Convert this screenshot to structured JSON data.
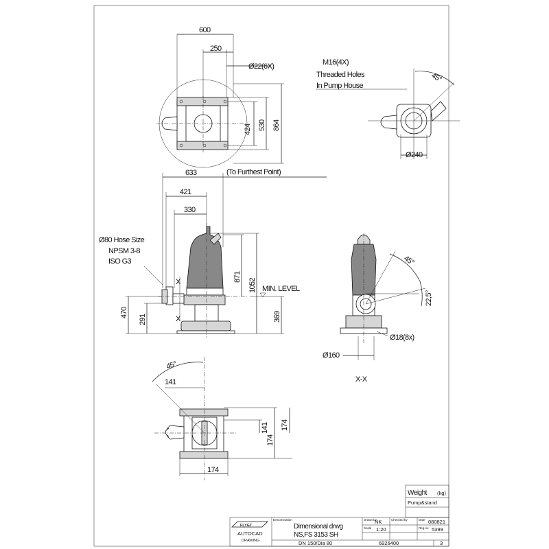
{
  "top_view": {
    "dims": {
      "w600": "600",
      "w250": "250",
      "hole": "Ø22(6X)",
      "h424": "424",
      "h530": "530",
      "h864": "864"
    }
  },
  "flange_detail": {
    "note_line1": "M16(4X)",
    "note_line2": "Threaded Holes",
    "note_line3": "In Pump House",
    "angle": "45°",
    "diameter": "Ø240"
  },
  "side_view": {
    "dims": {
      "w633": "633",
      "furthest": "(To Furthest Point)",
      "w421": "421",
      "w330": "330",
      "h871": "871",
      "h1052": "1052",
      "h470": "470",
      "h291": "291",
      "h369": "369"
    },
    "hose_line1": "Ø80 Hose Size",
    "hose_line2": "NPSM 3-8",
    "hose_line3": "ISO G3",
    "section_mark": "X",
    "min_level": "MIN. LEVEL"
  },
  "section_view": {
    "angle45": "45°",
    "angle22": "22,5°",
    "holes": "Ø18(8x)",
    "diameter": "Ø160",
    "title": "X-X"
  },
  "bottom_view": {
    "angle": "45°",
    "dims": {
      "w141": "141",
      "h141": "141",
      "h174a": "174",
      "h174b": "174",
      "w174": "174"
    }
  },
  "weight_box": {
    "title": "Weight",
    "unit": "(kg)",
    "row_label": "Pump&stand"
  },
  "title_block": {
    "logo_text": "FLYGT",
    "software": "AUTOCAD",
    "software_sub": "DRAWING",
    "denomination_label": "Denomination",
    "denomination_line1": "Dimensional drwg",
    "denomination_line2": "NS,FS 3153 SH",
    "denomination_line3": "DN 150/Dia 80",
    "drawn_label": "Drawn by",
    "drawn_value": "NK",
    "checked_label": "Checked by",
    "checked_value": "",
    "date_label": "Date",
    "date_value": "080821",
    "scale_label": "Scale",
    "scale_value": "1:20",
    "reg_label": "Reg.no",
    "reg_value": "5399",
    "drawing_no": "6926400",
    "sheet_no": "3"
  }
}
